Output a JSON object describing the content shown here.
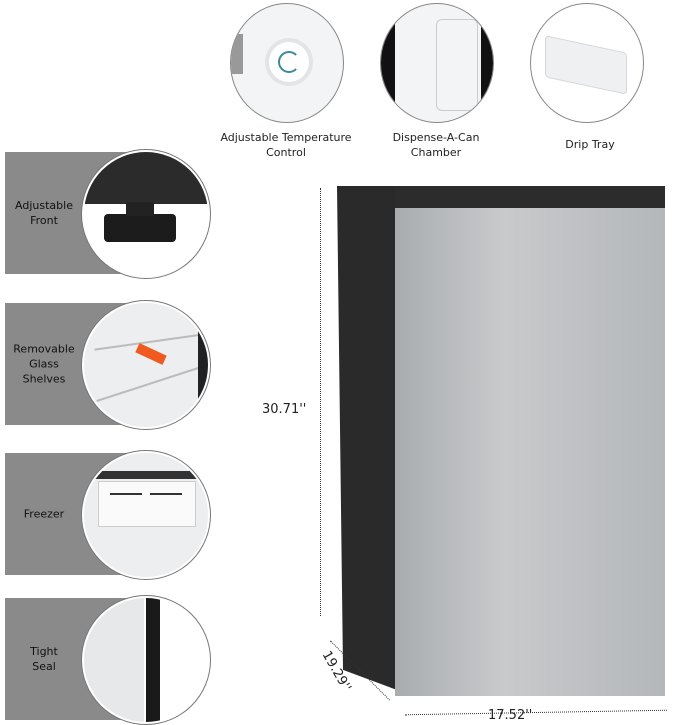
{
  "top_features": [
    {
      "label_line1": "Adjustable Temperature",
      "label_line2": "Control",
      "icon": "temperature-dial"
    },
    {
      "label_line1": "Dispense-A-Can",
      "label_line2": "Chamber",
      "icon": "can-dispenser"
    },
    {
      "label_line1": "Drip Tray",
      "label_line2": "",
      "icon": "drip-tray"
    }
  ],
  "side_features": [
    {
      "label": "Adjustable\nFront",
      "icon": "leveling-foot"
    },
    {
      "label": "Removable\nGlass\nShelves",
      "icon": "glass-shelf"
    },
    {
      "label": "Freezer",
      "icon": "freezer-compartment"
    },
    {
      "label": "Tight\nSeal",
      "icon": "door-seal"
    }
  ],
  "dimensions": {
    "height": "30.71''",
    "depth": "19.29''",
    "width": "17.52''"
  },
  "colors": {
    "panel_gray": "#8a8a8a",
    "fridge_side": "#2a2a2a",
    "stainless": "#b9bcbf",
    "arrow": "#f05a1e"
  }
}
